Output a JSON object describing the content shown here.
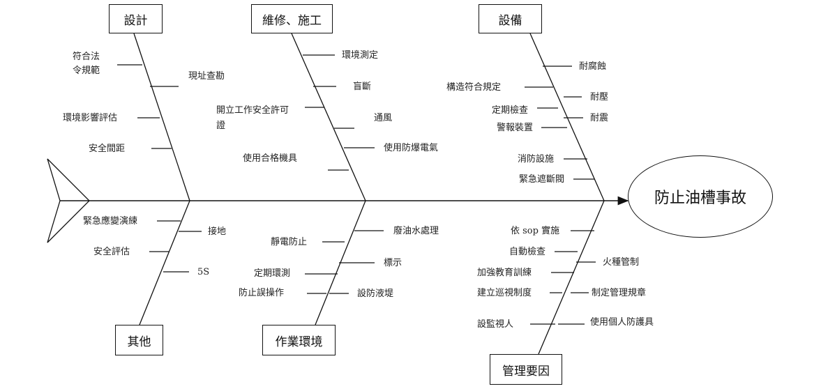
{
  "diagram": {
    "goal": "防止油槽事故",
    "categories": {
      "design": "設計",
      "maintenance": "維修、施工",
      "equipment": "設備",
      "other": "其他",
      "environment": "作業環境",
      "management": "管理要因"
    },
    "causes": {
      "design": [
        "符合法\n令規範",
        "現址查勘",
        "環境影響評估",
        "安全間距"
      ],
      "maintenance": [
        "環境測定",
        "盲斷",
        "開立工作安全許可\n證",
        "通風",
        "使用防爆電氣",
        "使用合格機具"
      ],
      "equipment": [
        "耐腐蝕",
        "構造符合規定",
        "耐壓",
        "定期檢查",
        "耐震",
        "警報裝置",
        "消防設施",
        "緊急遮斷閥"
      ],
      "other": [
        "緊急應變演練",
        "接地",
        "安全評估",
        "5S"
      ],
      "environment": [
        "廢油水處理",
        "靜電防止",
        "標示",
        "定期環測",
        "防止誤操作",
        "設防液堤"
      ],
      "management": [
        "依 sop 實施",
        "自動檢查",
        "火種管制",
        "加強教育訓練",
        "建立巡視制度",
        "制定管理規章",
        "設監視人",
        "使用個人防護具"
      ]
    }
  }
}
